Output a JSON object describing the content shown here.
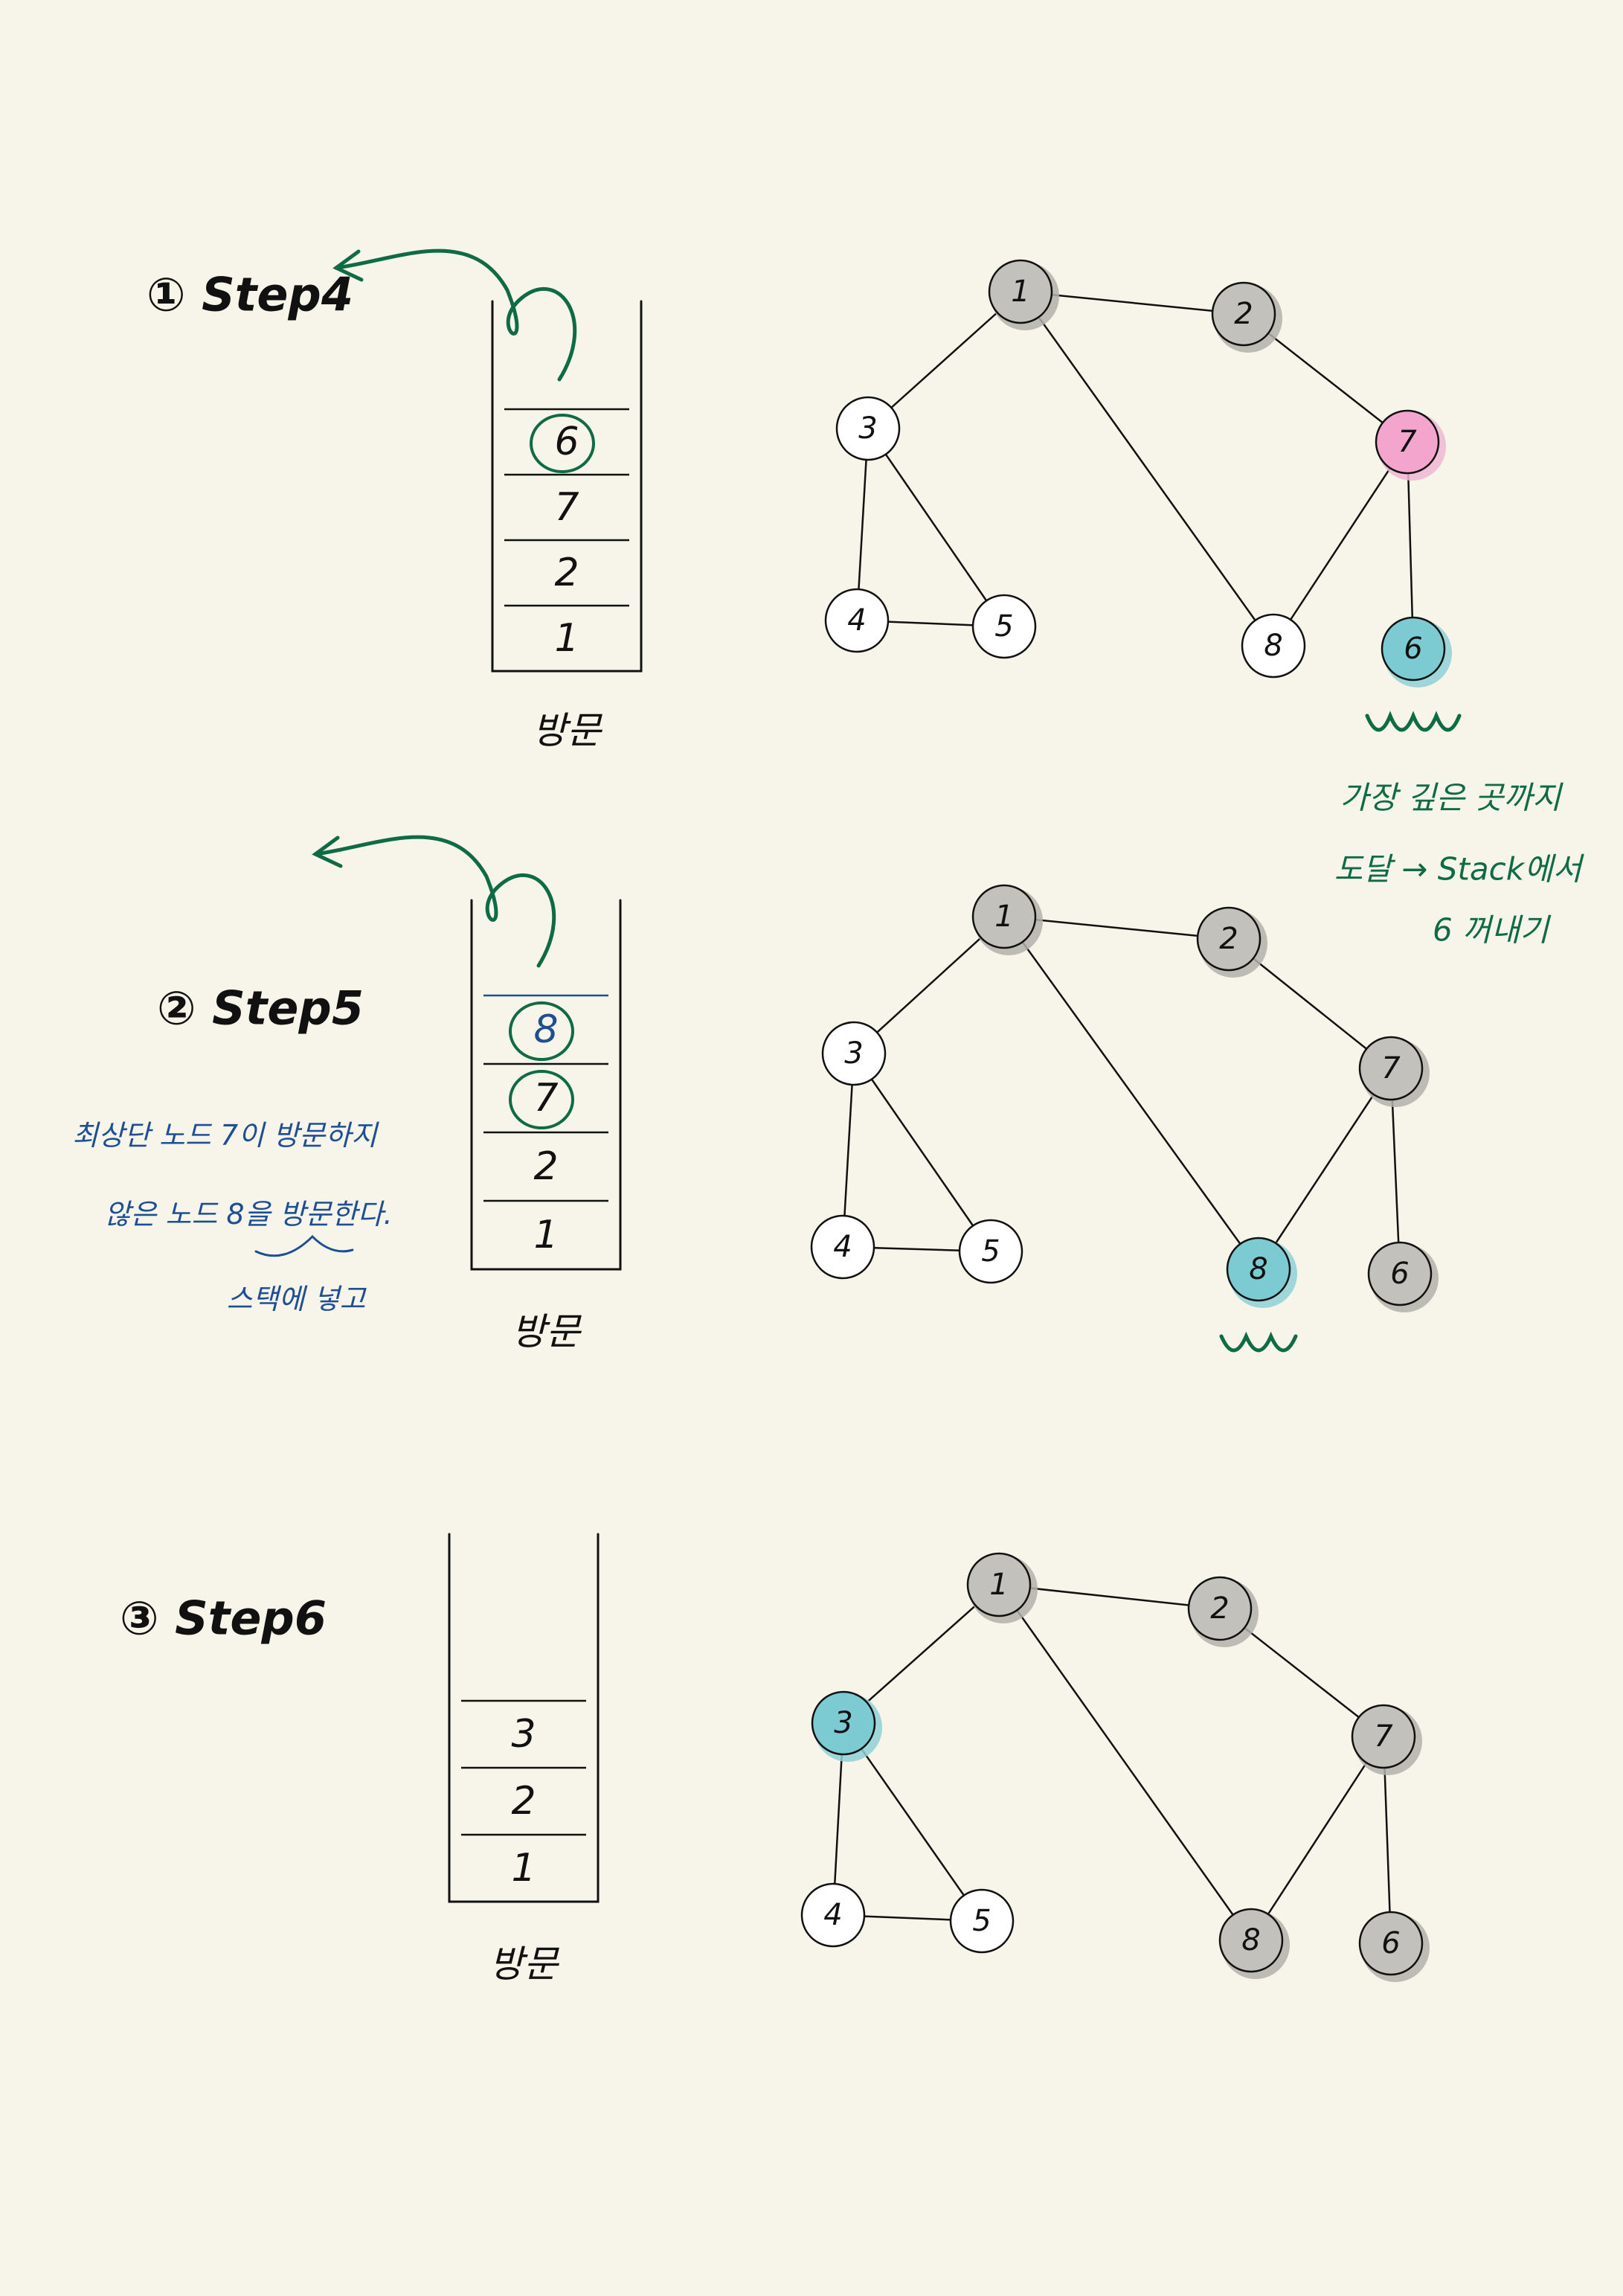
{
  "colors": {
    "ink": "#111111",
    "background": "#f7f5ea",
    "visited": "#c2c1bb",
    "visited_shadow": "#b3b2aa",
    "current": "#7ccbd3",
    "highlight_pink": "#f3a5cd",
    "green_ink": "#0f6b45",
    "blue_ink": "#1f4f93"
  },
  "edges": [
    [
      1,
      2
    ],
    [
      1,
      3
    ],
    [
      1,
      8
    ],
    [
      2,
      7
    ],
    [
      7,
      8
    ],
    [
      7,
      6
    ],
    [
      3,
      4
    ],
    [
      3,
      5
    ],
    [
      4,
      5
    ]
  ],
  "steps": [
    {
      "id": "step4",
      "title": "① Step4",
      "stack_label": "방문",
      "stack": [
        "1",
        "2",
        "7",
        "6"
      ],
      "stack_circled": [
        "6"
      ],
      "pop_arrow": true,
      "nodes": [
        {
          "id": "1",
          "state": "visited"
        },
        {
          "id": "2",
          "state": "visited"
        },
        {
          "id": "3",
          "state": "unvisited"
        },
        {
          "id": "4",
          "state": "unvisited"
        },
        {
          "id": "5",
          "state": "unvisited"
        },
        {
          "id": "6",
          "state": "current"
        },
        {
          "id": "7",
          "state": "highlight"
        },
        {
          "id": "8",
          "state": "unvisited"
        }
      ],
      "note": [
        "가장 깊은 곳까지",
        "도달 → Stack에서",
        "6 꺼내기"
      ],
      "underline_node": "6"
    },
    {
      "id": "step5",
      "title": "② Step5",
      "stack_label": "방문",
      "stack": [
        "1",
        "2",
        "7",
        "8"
      ],
      "stack_circled": [
        "7",
        "8"
      ],
      "pop_arrow": true,
      "nodes": [
        {
          "id": "1",
          "state": "visited"
        },
        {
          "id": "2",
          "state": "visited"
        },
        {
          "id": "3",
          "state": "unvisited"
        },
        {
          "id": "4",
          "state": "unvisited"
        },
        {
          "id": "5",
          "state": "unvisited"
        },
        {
          "id": "6",
          "state": "visited"
        },
        {
          "id": "7",
          "state": "visited"
        },
        {
          "id": "8",
          "state": "current"
        }
      ],
      "note": [
        "최상단 노드 7이 방문하지",
        "않은 노드 8을 방문한다.",
        "스택에 넣고"
      ],
      "underline_node": "8"
    },
    {
      "id": "step6",
      "title": "③ Step6",
      "stack_label": "방문",
      "stack": [
        "1",
        "2",
        "3"
      ],
      "stack_circled": [],
      "pop_arrow": false,
      "nodes": [
        {
          "id": "1",
          "state": "visited"
        },
        {
          "id": "2",
          "state": "visited"
        },
        {
          "id": "3",
          "state": "current"
        },
        {
          "id": "4",
          "state": "unvisited"
        },
        {
          "id": "5",
          "state": "unvisited"
        },
        {
          "id": "6",
          "state": "visited"
        },
        {
          "id": "7",
          "state": "visited"
        },
        {
          "id": "8",
          "state": "visited"
        }
      ],
      "note": [],
      "underline_node": ""
    }
  ]
}
